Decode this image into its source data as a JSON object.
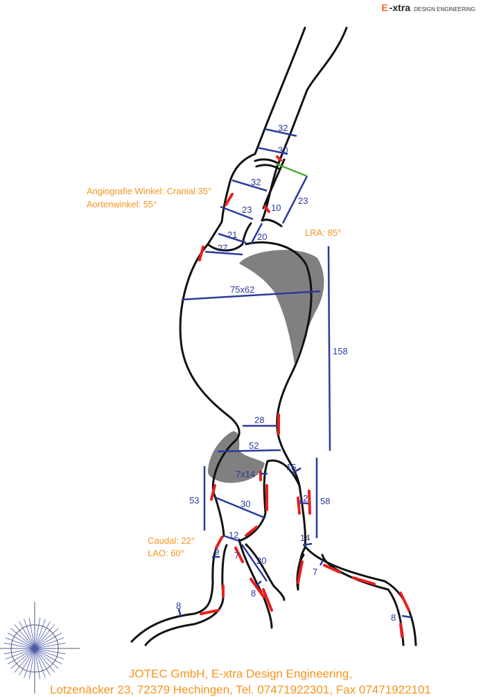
{
  "logo": {
    "mark": "E",
    "name": "-xtra",
    "tagline": "DESIGN ENGINEERING",
    "color": "#f26522"
  },
  "annotations": {
    "angio": "Angiografie Winkel: Cranial 35°",
    "aortic_angle": "Aortenwinkel: 55°",
    "lra": "LRA: 85°",
    "caudal": "Caudal: 22°",
    "lao": "LAO: 60°"
  },
  "measurements": [
    "32",
    "30",
    "32",
    "23",
    "23",
    "10",
    "21",
    "20",
    "27",
    "75x62",
    "158",
    "28",
    "52",
    "7x14",
    "15",
    "53",
    "30",
    "12",
    "58",
    "12",
    "14",
    "9",
    "7",
    "20",
    "7",
    "8",
    "8",
    "8"
  ],
  "footer": {
    "line1": "JOTEC GmbH, E-xtra Design Engineering,",
    "line2": "Lotzenäcker 23, 72379 Hechingen, Tel. 07471922301, Fax 07471922101"
  },
  "colors": {
    "measure": "#2b3a9c",
    "annotation": "#f7941d",
    "calcification": "#e8201f",
    "thrombus": "#808080",
    "renal_marker": "#4caf30"
  }
}
